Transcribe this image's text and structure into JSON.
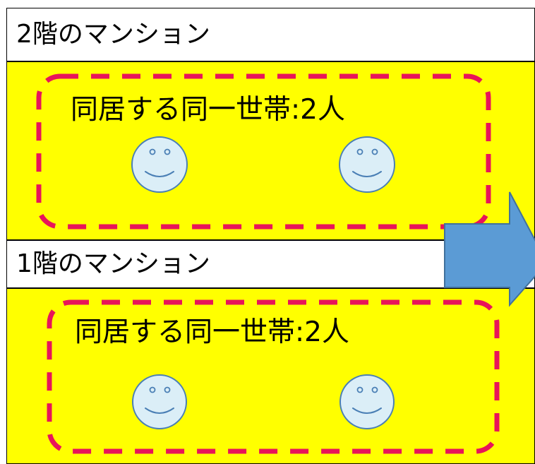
{
  "floors": [
    {
      "title": "2階のマンション",
      "household_label": "同居する同一世帯:2人"
    },
    {
      "title": "1階のマンション",
      "household_label": "同居する同一世帯:2人"
    }
  ],
  "colors": {
    "floor_background": "#ffff00",
    "household_border": "#e8145a",
    "face_fill": "#dbeef7",
    "face_stroke": "#4a7fb5",
    "arrow_fill": "#5b9bd5",
    "arrow_stroke": "#41719c"
  },
  "icons": {
    "person": "smiley-face-icon",
    "direction": "right-arrow-icon"
  }
}
